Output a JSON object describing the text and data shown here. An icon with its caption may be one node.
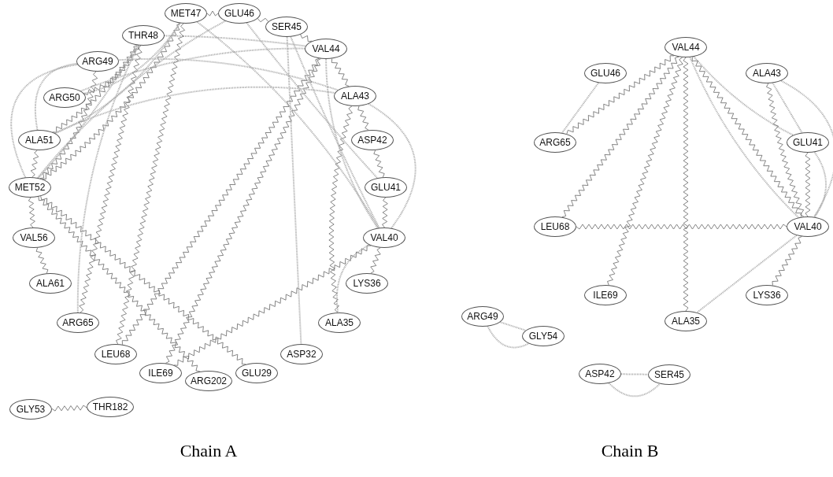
{
  "diagram": {
    "nodes": [
      {
        "text": [
          "MET47"
        ]
      },
      {
        "text": [
          "GLU46"
        ]
      },
      {
        "text": [
          "SER45"
        ]
      },
      {
        "text": [
          "THR48"
        ]
      },
      {
        "text": [
          "VAL44"
        ]
      },
      {
        "text": [
          "ARG49"
        ]
      },
      {
        "text": [
          "ALA43"
        ]
      },
      {
        "text": [
          "ARG50"
        ]
      },
      {
        "text": [
          "ASP42"
        ]
      },
      {
        "text": [
          "ALA51"
        ]
      },
      {
        "text": [
          "MET52"
        ]
      },
      {
        "text": [
          "GLU41"
        ]
      },
      {
        "text": [
          "VAL56"
        ]
      },
      {
        "text": [
          "VAL40"
        ]
      },
      {
        "text": [
          "ALA61"
        ]
      },
      {
        "text": [
          "LYS36"
        ]
      },
      {
        "text": [
          "ARG65"
        ]
      },
      {
        "text": [
          "ALA35"
        ]
      },
      {
        "text": [
          "LEU68"
        ]
      },
      {
        "text": [
          "ASP32"
        ]
      },
      {
        "text": [
          "ILE69"
        ]
      },
      {
        "text": [
          "GLU29"
        ]
      },
      {
        "text": [
          "ARG202"
        ]
      },
      {
        "text": [
          "GLY53"
        ]
      },
      {
        "text": [
          "THR182"
        ]
      },
      {
        "text": [
          "VAL44"
        ]
      },
      {
        "text": [
          "GLU46"
        ]
      },
      {
        "text": [
          "ALA43"
        ]
      },
      {
        "text": [
          "ARG65"
        ]
      },
      {
        "text": [
          "GLU41"
        ]
      },
      {
        "text": [
          "LEU68"
        ]
      },
      {
        "text": [
          "VAL40"
        ]
      },
      {
        "text": [
          "ILE69"
        ]
      },
      {
        "text": [
          "LYS36"
        ]
      },
      {
        "text": [
          "ARG49"
        ]
      },
      {
        "text": [
          "ALA35"
        ]
      },
      {
        "text": [
          "GLY54"
        ]
      },
      {
        "text": [
          "ASP42"
        ]
      },
      {
        "text": [
          "SER45"
        ]
      }
    ],
    "edges": [
      {
        "from": 0,
        "to": 1,
        "arrow": "none"
      },
      {
        "from": 1,
        "to": 2,
        "arrow": "none"
      },
      {
        "from": 2,
        "to": 4,
        "arrow": "none"
      },
      {
        "from": 4,
        "to": 6,
        "arrow": "none"
      },
      {
        "from": 6,
        "to": 8,
        "arrow": "none"
      },
      {
        "from": 8,
        "to": 11,
        "arrow": "none"
      },
      {
        "from": 11,
        "to": 13,
        "arrow": "none"
      },
      {
        "from": 3,
        "to": 9,
        "arrow": "none"
      },
      {
        "from": 5,
        "to": 10,
        "arrow": "none"
      },
      {
        "from": 7,
        "to": 3,
        "arrow": "none"
      },
      {
        "from": 9,
        "to": 10,
        "arrow": "none"
      },
      {
        "from": 0,
        "to": 10,
        "arrow": "none"
      },
      {
        "from": 10,
        "to": 12,
        "arrow": "none"
      },
      {
        "from": 12,
        "to": 14,
        "arrow": "none"
      },
      {
        "from": 10,
        "to": 21,
        "arrow": "none"
      },
      {
        "from": 10,
        "to": 22,
        "arrow": "none"
      },
      {
        "from": 3,
        "to": 16,
        "arrow": "none"
      },
      {
        "from": 0,
        "to": 18,
        "arrow": "none"
      },
      {
        "from": 4,
        "to": 18,
        "arrow": "none"
      },
      {
        "from": 4,
        "to": 20,
        "arrow": "none"
      },
      {
        "from": 13,
        "to": 20,
        "arrow": "none"
      },
      {
        "from": 6,
        "to": 17,
        "arrow": "none"
      },
      {
        "from": 13,
        "to": 15,
        "arrow": "none"
      },
      {
        "from": 23,
        "to": 24,
        "arrow": "none"
      },
      {
        "from": 2,
        "to": 19,
        "arrow": "none",
        "style": "dashed"
      },
      {
        "from": 13,
        "to": 17,
        "arrow": "none",
        "style": "dashed"
      },
      {
        "from": 3,
        "to": 16,
        "arrow": "none",
        "style": "dashed"
      },
      {
        "from": 10,
        "to": 3,
        "arrow": "none",
        "style": "dashed"
      },
      {
        "from": 9,
        "to": 0,
        "arrow": "none",
        "style": "dashed"
      },
      {
        "from": 7,
        "to": 4,
        "arrow": "none",
        "style": "dashed"
      },
      {
        "from": 5,
        "to": 6,
        "arrow": "none",
        "style": "dashed"
      },
      {
        "from": 9,
        "to": 6,
        "arrow": "none",
        "style": "dashed"
      },
      {
        "from": 0,
        "to": 13,
        "arrow": "none",
        "style": "dashed"
      },
      {
        "from": 1,
        "to": 11,
        "arrow": "none",
        "style": "dashed"
      },
      {
        "from": 2,
        "to": 13,
        "arrow": "none",
        "style": "dashed"
      },
      {
        "from": 4,
        "to": 13,
        "arrow": "none",
        "style": "dashed"
      },
      {
        "from": 6,
        "to": 13,
        "arrow": "none",
        "style": "dashed"
      },
      {
        "from": 0,
        "to": 7,
        "arrow": "none",
        "style": "dashed"
      },
      {
        "from": 3,
        "to": 4,
        "arrow": "none",
        "style": "dashed"
      },
      {
        "from": 10,
        "to": 5,
        "arrow": "none",
        "style": "dashed"
      },
      {
        "from": 9,
        "to": 5,
        "arrow": "none",
        "style": "dashed"
      },
      {
        "from": 1,
        "to": 10,
        "arrow": "none",
        "style": "dashed"
      },
      {
        "from": 26,
        "to": 28,
        "arrow": "none",
        "style": "dashed"
      },
      {
        "from": 25,
        "to": 28,
        "arrow": "none"
      },
      {
        "from": 25,
        "to": 30,
        "arrow": "none"
      },
      {
        "from": 25,
        "to": 32,
        "arrow": "none"
      },
      {
        "from": 25,
        "to": 35,
        "arrow": "none"
      },
      {
        "from": 25,
        "to": 29,
        "arrow": "none",
        "style": "dashed"
      },
      {
        "from": 25,
        "to": 31,
        "arrow": "none",
        "style": "dashed"
      },
      {
        "from": 25,
        "to": 31,
        "arrow": "none"
      },
      {
        "from": 27,
        "to": 29,
        "arrow": "none",
        "style": "dashed"
      },
      {
        "from": 27,
        "to": 31,
        "arrow": "none",
        "style": "dashed"
      },
      {
        "from": 27,
        "to": 31,
        "arrow": "none"
      },
      {
        "from": 29,
        "to": 31,
        "arrow": "none"
      },
      {
        "from": 29,
        "to": 31,
        "arrow": "none",
        "style": "dashed"
      },
      {
        "from": 30,
        "to": 31,
        "arrow": "none"
      },
      {
        "from": 31,
        "to": 33,
        "arrow": "none"
      },
      {
        "from": 31,
        "to": 35,
        "arrow": "none",
        "style": "dashed"
      },
      {
        "from": 34,
        "to": 36,
        "arrow": "none",
        "style": "dashed"
      },
      {
        "from": 34,
        "to": 36,
        "arrow": "none",
        "style": "dashed"
      },
      {
        "from": 37,
        "to": 38,
        "arrow": "none",
        "style": "dashed"
      },
      {
        "from": 37,
        "to": 38,
        "arrow": "none",
        "style": "dashed"
      }
    ],
    "labels": [
      "Chain A",
      "Chain B"
    ]
  }
}
